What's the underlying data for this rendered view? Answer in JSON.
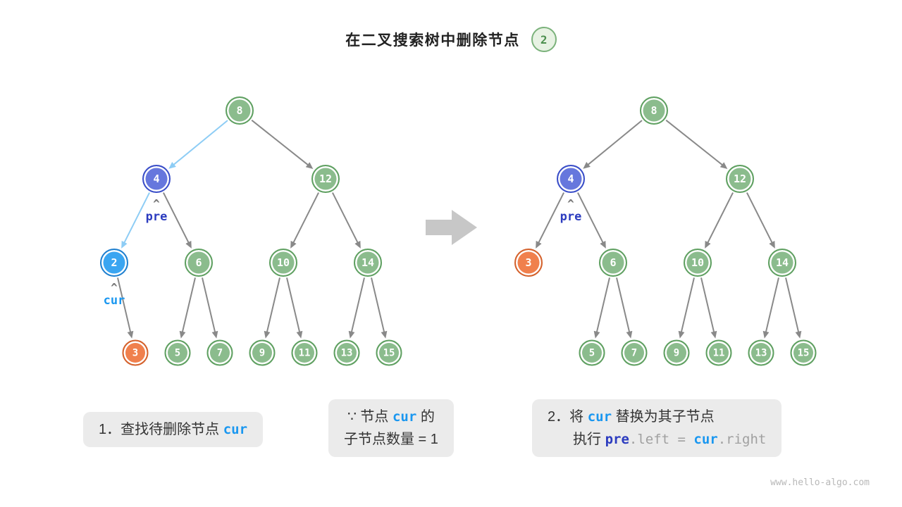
{
  "title": {
    "text": "在二叉搜索树中删除节点",
    "badge": "2"
  },
  "pointer_labels": {
    "pre": "pre",
    "cur": "cur",
    "caret": "^"
  },
  "trees": {
    "left": {
      "nodes": {
        "n8": {
          "value": "8"
        },
        "n4": {
          "value": "4"
        },
        "n12": {
          "value": "12"
        },
        "n2": {
          "value": "2"
        },
        "n6": {
          "value": "6"
        },
        "n10": {
          "value": "10"
        },
        "n14": {
          "value": "14"
        },
        "n3": {
          "value": "3"
        },
        "n5": {
          "value": "5"
        },
        "n7": {
          "value": "7"
        },
        "n9": {
          "value": "9"
        },
        "n11": {
          "value": "11"
        },
        "n13": {
          "value": "13"
        },
        "n15": {
          "value": "15"
        }
      },
      "edges": [
        {
          "from": "n8",
          "to": "n4",
          "highlight": true
        },
        {
          "from": "n8",
          "to": "n12"
        },
        {
          "from": "n4",
          "to": "n2",
          "highlight": true
        },
        {
          "from": "n4",
          "to": "n6"
        },
        {
          "from": "n12",
          "to": "n10"
        },
        {
          "from": "n12",
          "to": "n14"
        },
        {
          "from": "n2",
          "to": "n3"
        },
        {
          "from": "n6",
          "to": "n5"
        },
        {
          "from": "n6",
          "to": "n7"
        },
        {
          "from": "n10",
          "to": "n9"
        },
        {
          "from": "n10",
          "to": "n11"
        },
        {
          "from": "n14",
          "to": "n13"
        },
        {
          "from": "n14",
          "to": "n15"
        }
      ]
    },
    "right": {
      "nodes": {
        "n8": {
          "value": "8"
        },
        "n4": {
          "value": "4"
        },
        "n12": {
          "value": "12"
        },
        "n3": {
          "value": "3"
        },
        "n6": {
          "value": "6"
        },
        "n10": {
          "value": "10"
        },
        "n14": {
          "value": "14"
        },
        "n5": {
          "value": "5"
        },
        "n7": {
          "value": "7"
        },
        "n9": {
          "value": "9"
        },
        "n11": {
          "value": "11"
        },
        "n13": {
          "value": "13"
        },
        "n15": {
          "value": "15"
        }
      },
      "edges": [
        {
          "from": "n8",
          "to": "n4"
        },
        {
          "from": "n8",
          "to": "n12"
        },
        {
          "from": "n4",
          "to": "n3"
        },
        {
          "from": "n4",
          "to": "n6"
        },
        {
          "from": "n12",
          "to": "n10"
        },
        {
          "from": "n12",
          "to": "n14"
        },
        {
          "from": "n6",
          "to": "n5"
        },
        {
          "from": "n6",
          "to": "n7"
        },
        {
          "from": "n10",
          "to": "n9"
        },
        {
          "from": "n10",
          "to": "n11"
        },
        {
          "from": "n14",
          "to": "n13"
        },
        {
          "from": "n14",
          "to": "n15"
        }
      ]
    }
  },
  "captions": {
    "step1": {
      "text": "1．查找待删除节点 ",
      "code": "cur"
    },
    "cond": {
      "l1a": "∵ 节点 ",
      "l1code": "cur",
      "l1b": " 的",
      "l2": "子节点数量 = 1"
    },
    "step2": {
      "l1a": "2．将 ",
      "l1code": "cur",
      "l1b": " 替换为其子节点",
      "l2a": "执行 ",
      "l2code1": "pre",
      "l2b": ".left = ",
      "l2code2": "cur",
      "l2c": ".right"
    }
  },
  "watermark": "www.hello-algo.com",
  "colors": {
    "green_fill": "#8bbc8d",
    "green_border": "#5fa061",
    "indigo_fill": "#6677dd",
    "indigo_border": "#3a4ec8",
    "cyan_fill": "#3aa5f1",
    "cyan_border": "#2080cf",
    "orange_fill": "#f0804d",
    "orange_border": "#d4622d",
    "edge_gray": "#898989",
    "edge_blue": "#8ecdf5",
    "pre_color": "#2b3bbf",
    "cur_color": "#1a97f0",
    "code_gray": "#a0a0a0",
    "box_bg": "#ebebeb",
    "text_dark": "#333333",
    "arrow_gray": "#c7c7c7",
    "badge_border": "#7bb27b",
    "badge_bg": "#e7f2e3",
    "badge_text": "#4c8f4e"
  }
}
